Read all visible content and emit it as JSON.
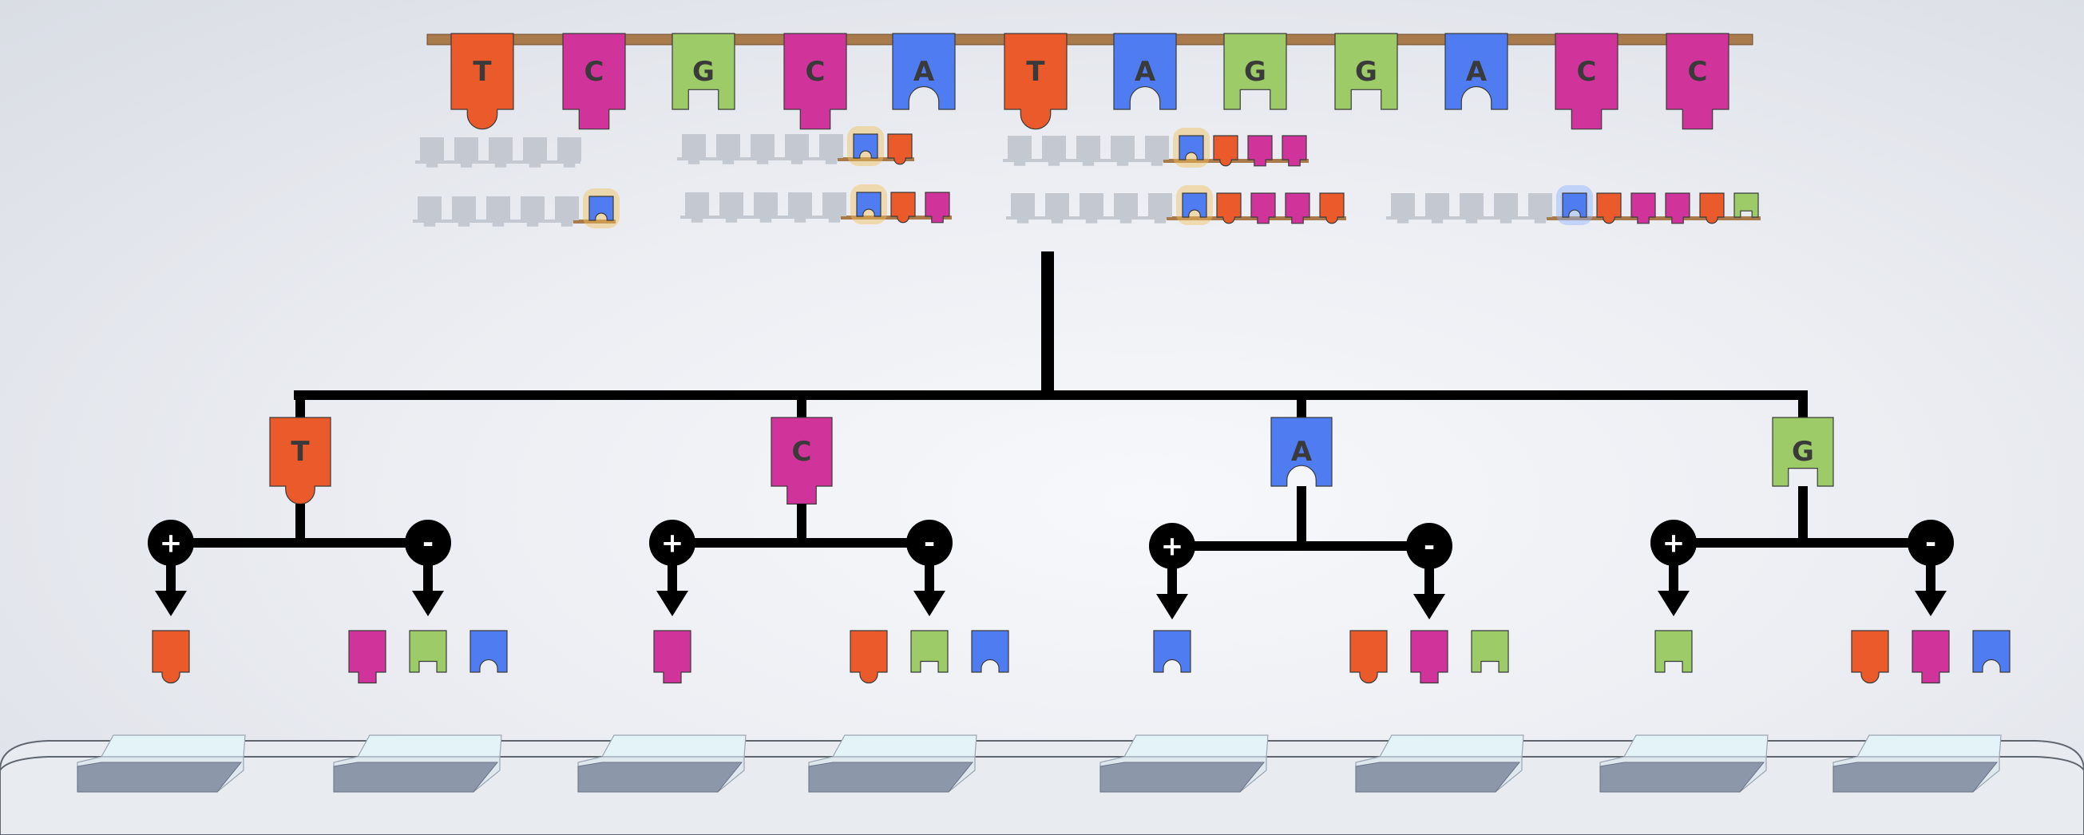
{
  "colors": {
    "T": "#ea5a2a",
    "C": "#d0349b",
    "G": "#9ccb68",
    "A": "#4f7cf0",
    "backbone": "#a97b4c",
    "ghost": "#c4c8d1",
    "line": "#000000",
    "highlight": "#f2c15a",
    "highlight_blue": "#8fb4ff"
  },
  "template": {
    "bases": [
      "T",
      "C",
      "G",
      "C",
      "A",
      "T",
      "A",
      "G",
      "G",
      "A",
      "C",
      "C"
    ]
  },
  "fragments": [
    {
      "ghost_units": 5,
      "bases": []
    },
    {
      "ghost_units": 5,
      "bases": [
        "A",
        "T"
      ]
    },
    {
      "ghost_units": 5,
      "bases": [
        "A",
        "T",
        "C",
        "C"
      ]
    },
    {
      "ghost_units": 5,
      "bases": [
        "A"
      ]
    },
    {
      "ghost_units": 5,
      "bases": [
        "A",
        "T",
        "C"
      ]
    },
    {
      "ghost_units": 5,
      "bases": [
        "A",
        "T",
        "C",
        "C",
        "T"
      ]
    },
    {
      "ghost_units": 5,
      "bases": [
        "A",
        "T",
        "C",
        "C",
        "T",
        "G"
      ]
    }
  ],
  "tree": {
    "branches": [
      {
        "base": "T",
        "plus": {
          "label": "+",
          "outcomes": [
            "T"
          ]
        },
        "minus": {
          "label": "-",
          "outcomes": [
            "C",
            "G",
            "A"
          ]
        }
      },
      {
        "base": "C",
        "plus": {
          "label": "+",
          "outcomes": [
            "C"
          ]
        },
        "minus": {
          "label": "-",
          "outcomes": [
            "T",
            "G",
            "A"
          ]
        }
      },
      {
        "base": "A",
        "plus": {
          "label": "+",
          "outcomes": [
            "A"
          ]
        },
        "minus": {
          "label": "-",
          "outcomes": [
            "T",
            "C",
            "G"
          ]
        }
      },
      {
        "base": "G",
        "plus": {
          "label": "+",
          "outcomes": [
            "G"
          ]
        },
        "minus": {
          "label": "-",
          "outcomes": [
            "T",
            "C",
            "A"
          ]
        }
      }
    ]
  },
  "trays": {
    "count": 8
  }
}
